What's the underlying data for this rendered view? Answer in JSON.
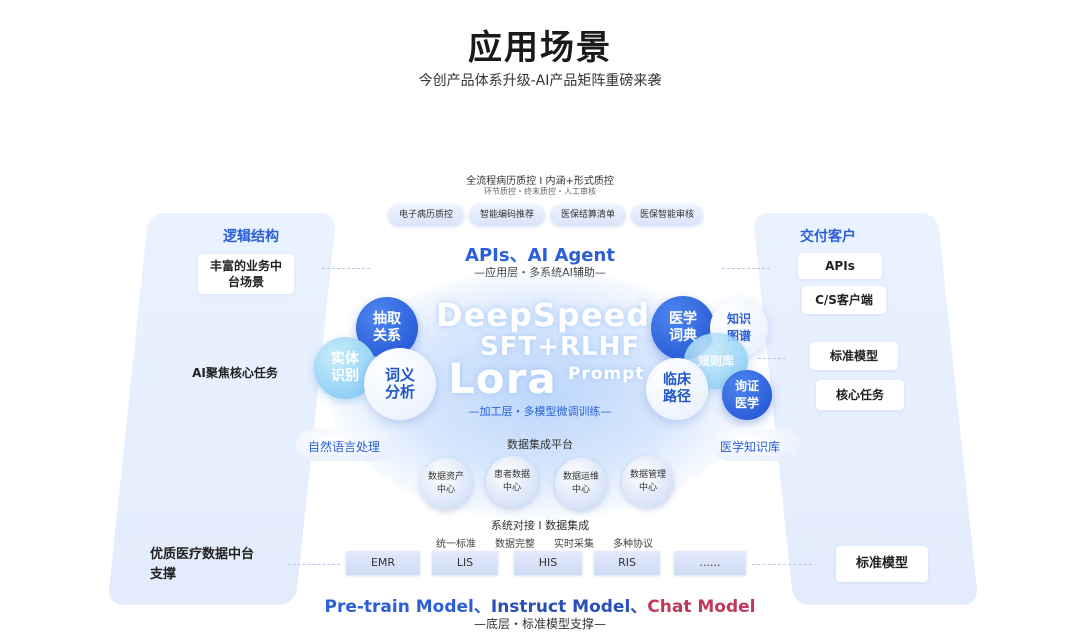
{
  "header": {
    "title": "应用场景",
    "subtitle": "今创产品体系升级-AI产品矩阵重磅来袭"
  },
  "left_panel": {
    "heading": "逻辑结构",
    "items": [
      "丰富的业务中台场景",
      "AI聚焦核心任务",
      "优质医疗数据中台支撑"
    ]
  },
  "right_panel": {
    "heading": "交付客户",
    "items": [
      "APIs",
      "C/S客户端",
      "标准模型",
      "核心任务",
      "标准模型"
    ]
  },
  "top": {
    "line1": "全流程病历质控  I  内涵+形式质控",
    "line2": "环节质控・终末质控・人工审核",
    "pills": [
      "电子病历质控",
      "智能编码推荐",
      "医保结算清单",
      "医保智能审核"
    ]
  },
  "app_layer": {
    "title_a": "APIs、",
    "title_b": "AI Agent",
    "subtitle": "—应用层・多系统AI辅助—"
  },
  "process_layer": {
    "words": [
      "DeepSpeed",
      "SFT+RLHF",
      "Lora",
      "Prompt"
    ],
    "subtitle": "—加工层・多模型微调训练—",
    "bubbles": [
      "抽取关系",
      "实体识别",
      "词义分析",
      "医学词典",
      "知识图谱",
      "规则库",
      "临床路径",
      "询证医学"
    ],
    "left_label": "自然语言处理",
    "right_label": "医学知识库"
  },
  "data_layer": {
    "title": "数据集成平台",
    "circles": [
      "数据资产中心",
      "患者数据中心",
      "数据运维中心",
      "数据管理中心"
    ],
    "line1": "系统对接  I  数据集成",
    "tags": [
      "统一标准",
      "数据完整",
      "实时采集",
      "多种协议"
    ]
  },
  "systems": [
    "EMR",
    "LIS",
    "HIS",
    "RIS",
    "......"
  ],
  "base_layer": {
    "model_a": "Pre-train Model、",
    "model_b": "Instruct Model、",
    "model_c": "Chat Model",
    "subtitle": "—底层・标准模型支撑—"
  },
  "colors": {
    "accent_blue": "#2a5fd6",
    "deep_blue": "#1e4fd0",
    "chat_red": "#c0395a",
    "panel_bg": "#e6eefc"
  }
}
